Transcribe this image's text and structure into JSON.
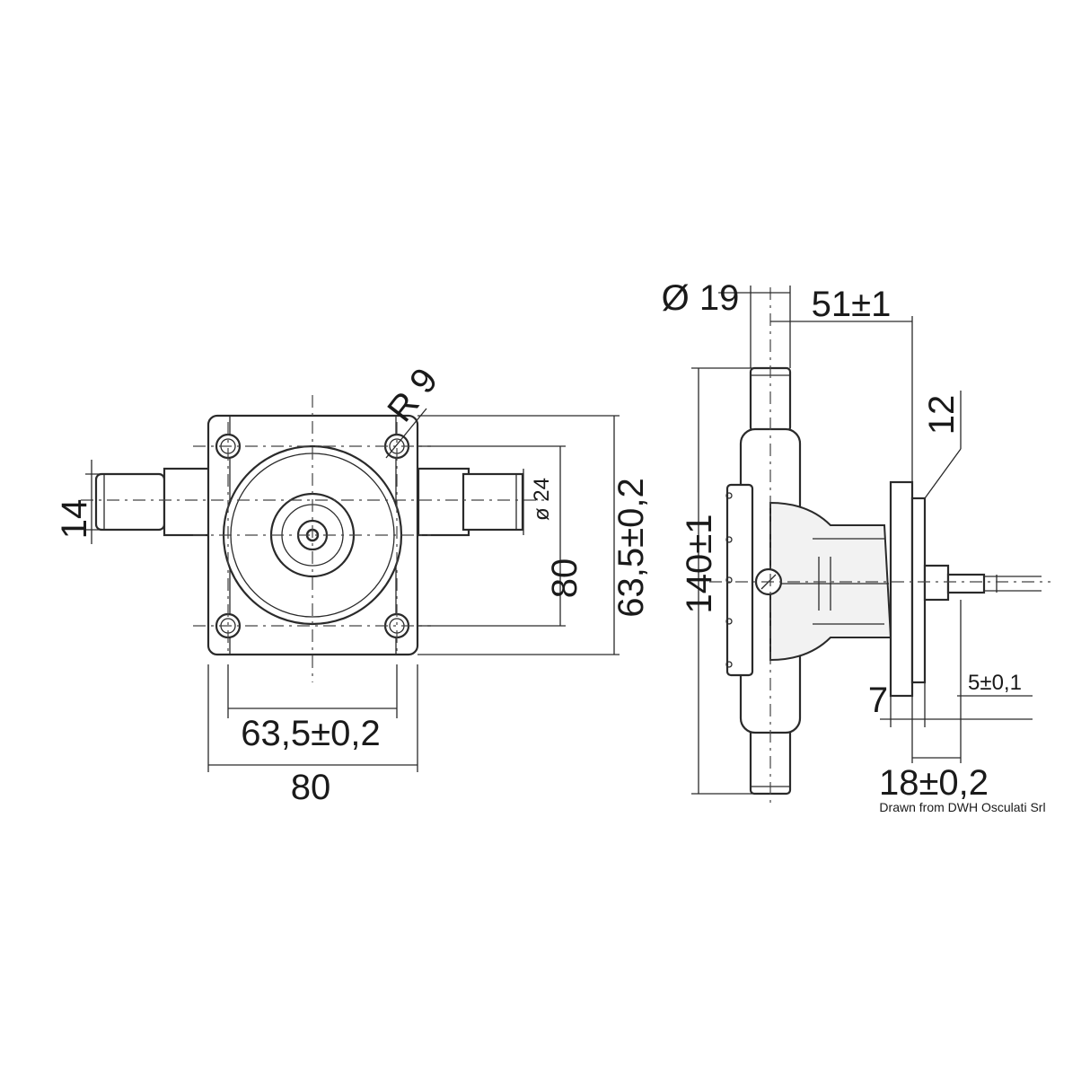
{
  "front_view": {
    "shaft_diameter": "14",
    "mount_radius": "R 9",
    "port_diameter": "ø 24",
    "height_overall": "80",
    "hole_spacing_vertical": "63,5±0,2",
    "hole_spacing_horizontal": "63,5±0,2",
    "width_overall": "80"
  },
  "side_view": {
    "port_diameter": "Ø 19",
    "offset": "51±1",
    "height": "140±1",
    "flange_step": "12",
    "flange_thickness": "7",
    "shaft_step": "5±0,1",
    "hub_length": "18±0,2"
  },
  "credit": "Drawn from DWH Osculati Srl"
}
